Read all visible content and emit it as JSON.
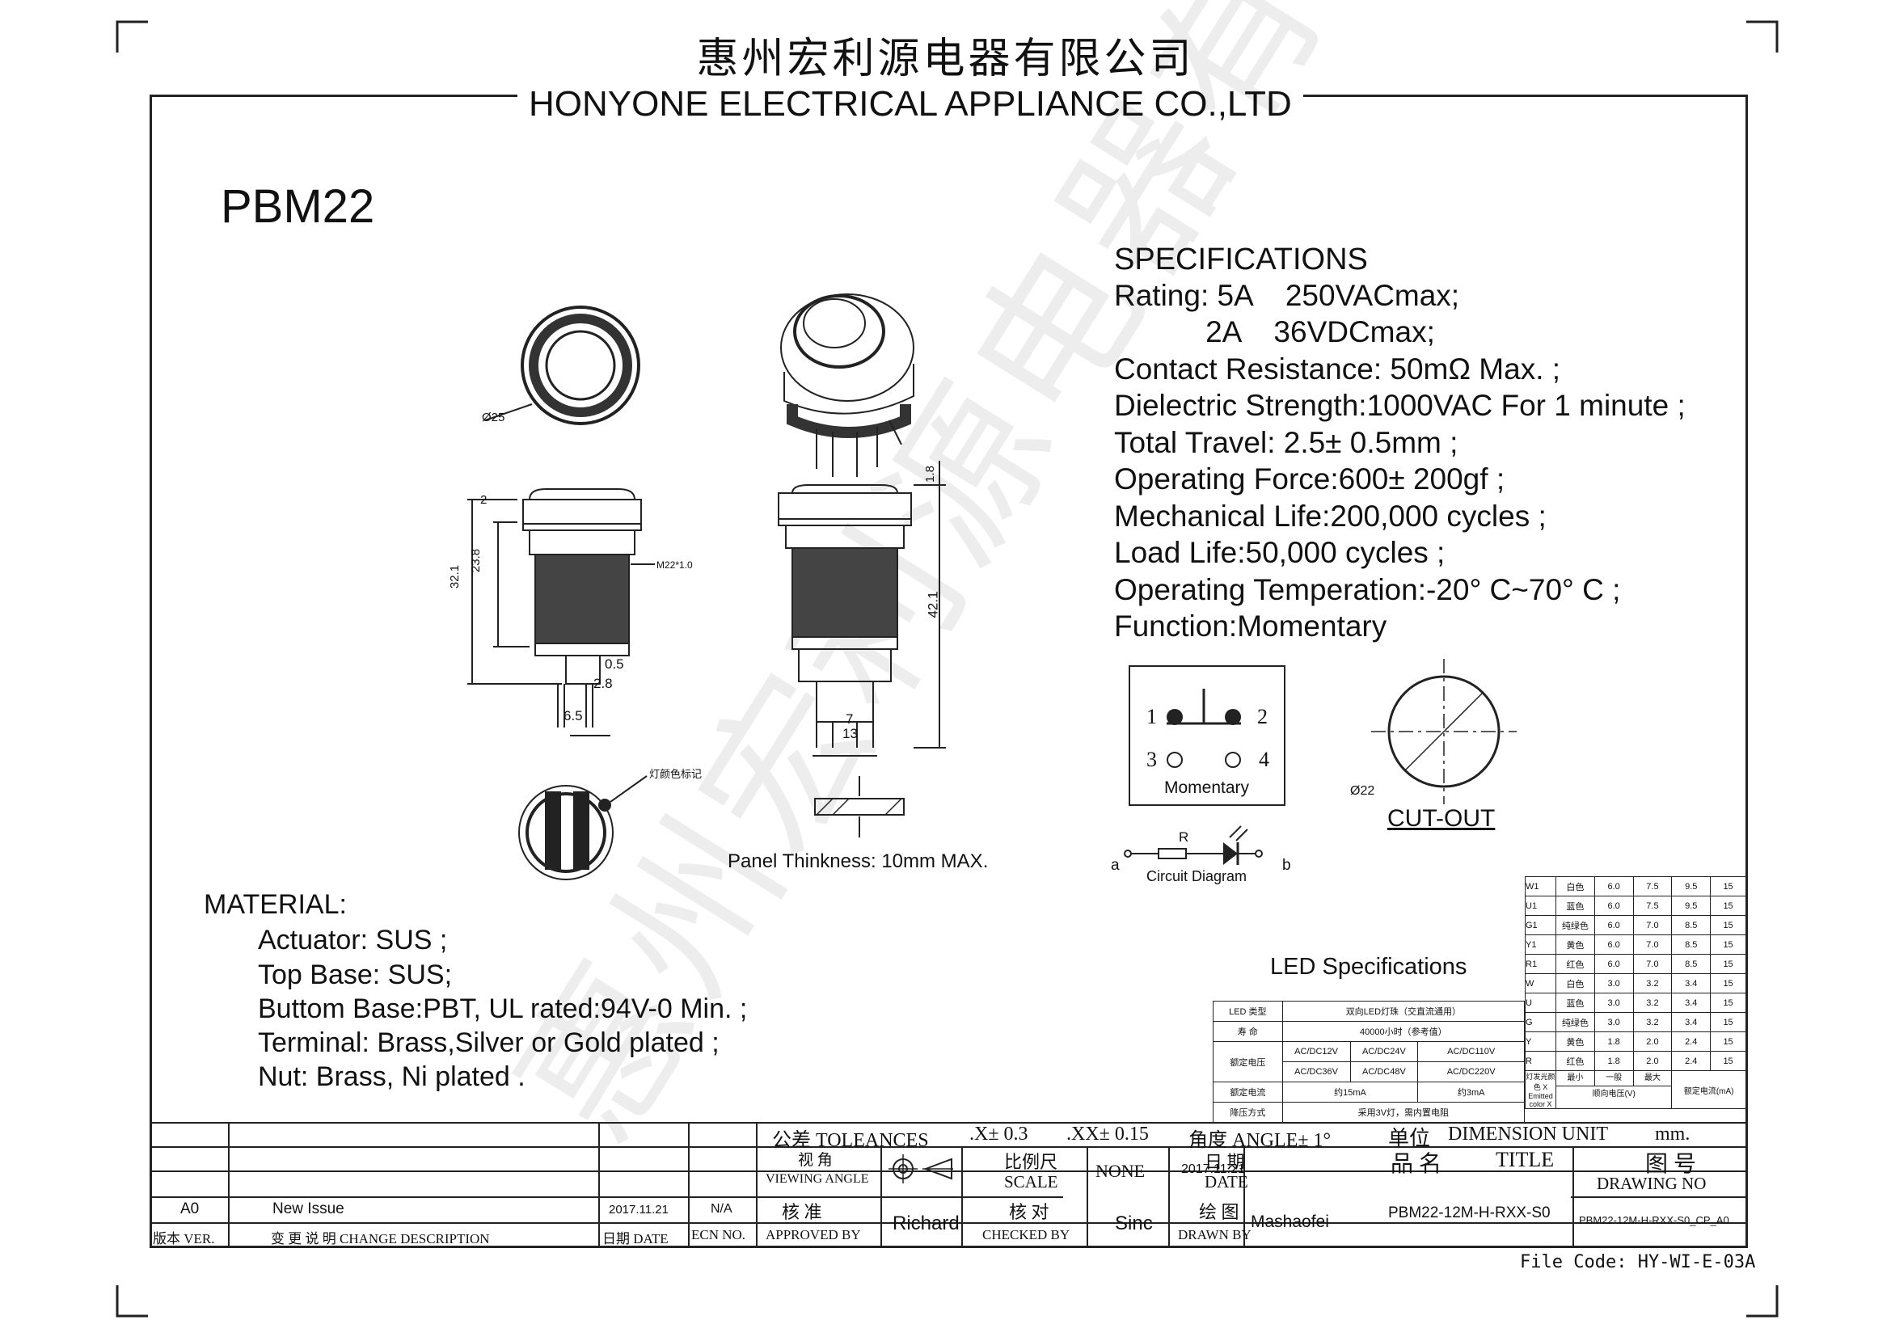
{
  "header": {
    "company_cn": "惠州宏利源电器有限公司",
    "company_en": "HONYONE ELECTRICAL APPLIANCE  CO.,LTD"
  },
  "model": "PBM22",
  "specifications": {
    "heading": "SPECIFICATIONS",
    "lines": [
      "Rating: 5A    250VACmax;",
      "           2A    36VDCmax;",
      "Contact Resistance: 50mΩ Max. ;",
      "Dielectric Strength:1000VAC For 1 minute ;",
      "Total Travel: 2.5± 0.5mm ;",
      "Operating Force:600± 200gf ;",
      "Mechanical Life:200,000 cycles ;",
      "Load Life:50,000 cycles ;",
      "Operating Temperation:-20° C~70° C ;",
      "Function:Momentary"
    ]
  },
  "drawing_labels": {
    "diameter": "Ø25",
    "dim_2": "2",
    "dim_321": "32.1",
    "dim_238": "23.8",
    "thread": "M22*1.0",
    "dim_05": "0.5",
    "dim_28": "2.8",
    "dim_65": "6.5",
    "dim_18": "1.8",
    "dim_421": "42.1",
    "dim_7": "7",
    "dim_13": "13",
    "led_mark": "灯颜色标记",
    "panel": "Panel Thinkness: 10mm MAX.",
    "cutout_dia": "Ø22",
    "cutout": "CUT-OUT"
  },
  "schematic": {
    "t1": "1",
    "t2": "2",
    "t3": "3",
    "t4": "4",
    "momentary": "Momentary",
    "a": "a",
    "b": "b",
    "r": "R",
    "circuit": "Circuit Diagram"
  },
  "material": {
    "heading": "MATERIAL:",
    "lines": [
      "Actuator: SUS ;",
      "Top Base: SUS;",
      "Buttom Base:PBT, UL rated:94V-0 Min. ;",
      "Terminal: Brass,Silver or Gold plated ;",
      "Nut: Brass, Ni plated ."
    ]
  },
  "led": {
    "heading": "LED Specifications",
    "colors": [
      [
        "W1",
        "白色",
        "6.0",
        "7.5",
        "9.5",
        "15"
      ],
      [
        "U1",
        "蓝色",
        "6.0",
        "7.5",
        "9.5",
        "15"
      ],
      [
        "G1",
        "纯绿色",
        "6.0",
        "7.0",
        "8.5",
        "15"
      ],
      [
        "Y1",
        "黄色",
        "6.0",
        "7.0",
        "8.5",
        "15"
      ],
      [
        "R1",
        "红色",
        "6.0",
        "7.0",
        "8.5",
        "15"
      ],
      [
        "W",
        "白色",
        "3.0",
        "3.2",
        "3.4",
        "15"
      ],
      [
        "U",
        "蓝色",
        "3.0",
        "3.2",
        "3.4",
        "15"
      ],
      [
        "G",
        "纯绿色",
        "3.0",
        "3.2",
        "3.4",
        "15"
      ],
      [
        "Y",
        "黄色",
        "1.8",
        "2.0",
        "2.4",
        "15"
      ],
      [
        "R",
        "红色",
        "1.8",
        "2.0",
        "2.4",
        "15"
      ]
    ],
    "footer": {
      "col1": "灯发光颜色 X\nEmitted color X",
      "min": "最小",
      "typ": "一般",
      "max": "最大",
      "vf": "顺向电压(V)",
      "current": "额定电流(mA)"
    },
    "sub": {
      "type_label": "LED 类型",
      "type_value": "双向LED灯珠（交直流通用）",
      "life_label": "寿 命",
      "life_value": "40000小时（参考值）",
      "volt_label": "额定电压",
      "v1": "AC/DC12V",
      "v2": "AC/DC24V",
      "v3": "AC/DC110V",
      "v4": "AC/DC36V",
      "v5": "AC/DC48V",
      "v6": "AC/DC220V",
      "cur_label": "额定电流",
      "cur1": "约15mA",
      "cur2": "约3mA",
      "drop_label": "降压方式",
      "drop_value": "采用3V灯，需内置电阻"
    }
  },
  "title_block": {
    "tolerance": "公差 TOLEANCES",
    "tol_x": ".X± 0.3",
    "tol_xx": ".XX± 0.15",
    "angle": "角度 ANGLE± 1°",
    "unit_cn": "单位",
    "unit": "DIMENSION UNIT",
    "unit_val": "mm.",
    "view_cn": "视 角",
    "view_en": "VIEWING ANGLE",
    "scale_cn": "比例尺",
    "scale_en": "SCALE",
    "scale_val": "NONE",
    "date_cn": "日 期",
    "date_en": "DATE",
    "date_val": "2017.11.21",
    "name_cn": "品 名",
    "name_en": "TITLE",
    "drawno_cn": "图 号",
    "drawno_en": "DRAWING NO",
    "rev": "A0",
    "rev_desc": "New Issue",
    "rev_date": "2017.11.21",
    "rev_ecn": "N/A",
    "approved_cn": "核 准",
    "approved_en": "APPROVED BY",
    "approved_val": "Richard",
    "checked_cn": "核 对",
    "checked_en": "CHECKED BY",
    "checked_val": "Sinc",
    "drawn_cn": "绘 图",
    "drawn_en": "DRAWN BY",
    "drawn_val": "Mashaofei",
    "title_val": "PBM22-12M-H-RXX-S0",
    "drawno_val": "PBM22-12M-H-RXX-S0_CP_A0",
    "h_ver": "版本 VER.",
    "h_desc": "变 更 说 明  CHANGE DESCRIPTION",
    "h_date": "日期 DATE",
    "h_ecn": "ECN NO."
  },
  "file_code": "File Code: HY-WI-E-03A"
}
